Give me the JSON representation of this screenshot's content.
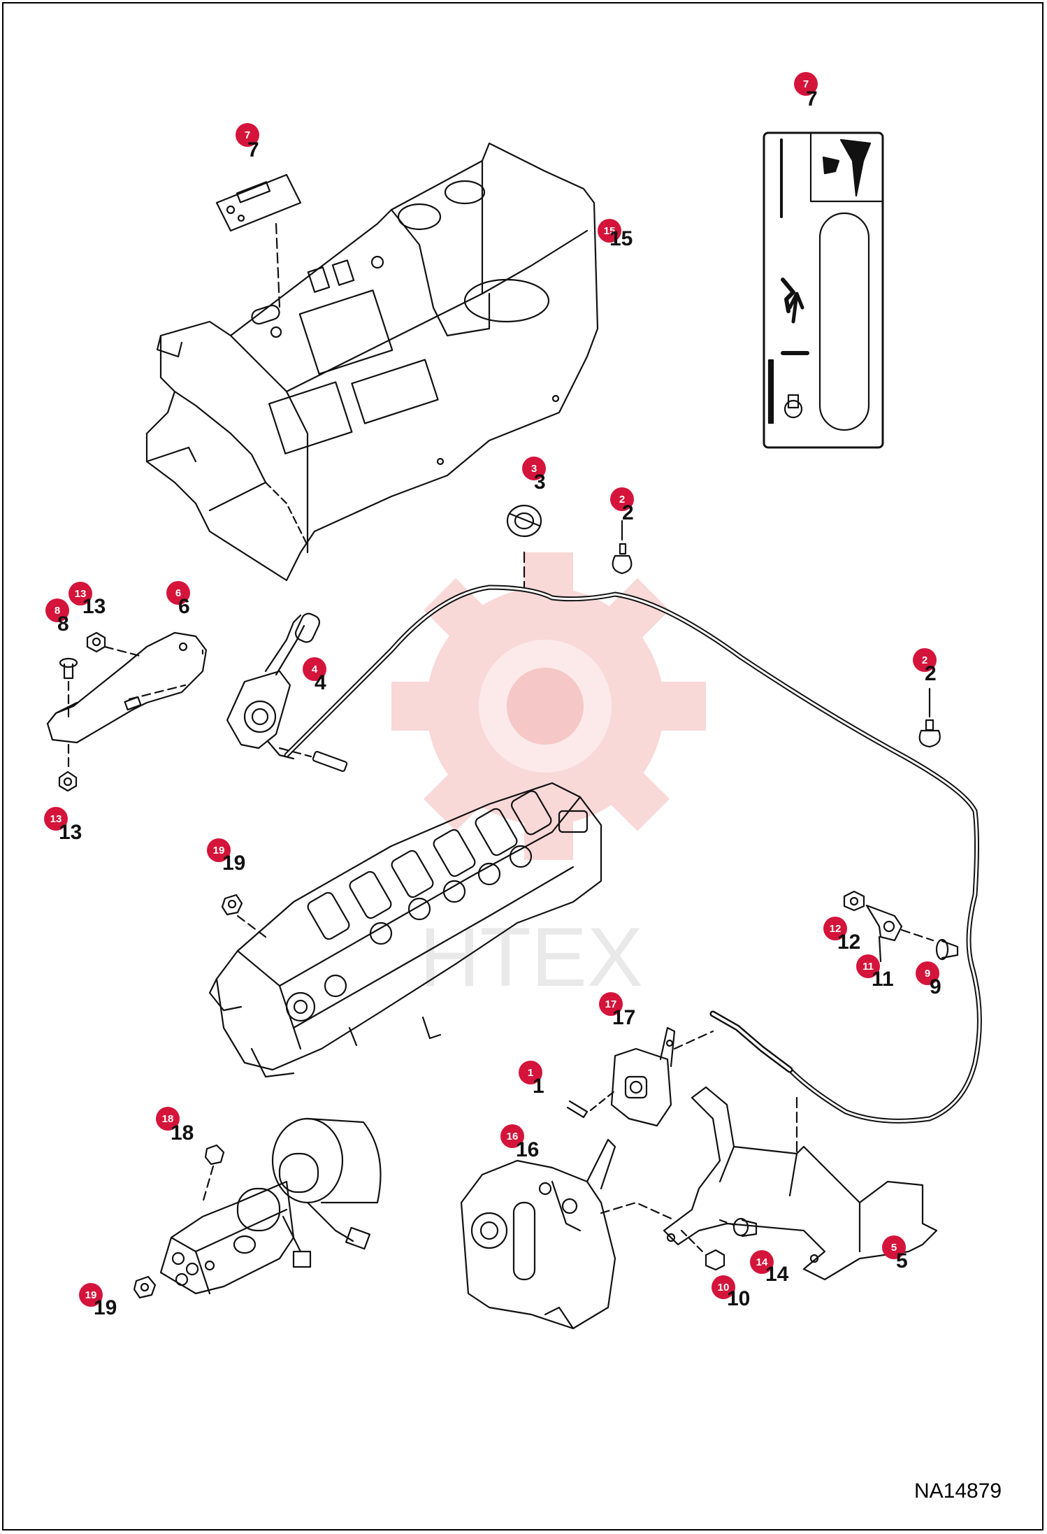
{
  "drawing_id": "NA14879",
  "watermark_text": "HTEX",
  "colors": {
    "callout": "#d4143a",
    "watermark": "#f6c9c9",
    "line": "#111111"
  },
  "callouts": [
    {
      "id": "7a",
      "number": "7",
      "label": "7"
    },
    {
      "id": "7b",
      "number": "7",
      "label": "7"
    },
    {
      "id": "15",
      "number": "15",
      "label": "15"
    },
    {
      "id": "3",
      "number": "3",
      "label": "3"
    },
    {
      "id": "2a",
      "number": "2",
      "label": "2"
    },
    {
      "id": "6",
      "number": "6",
      "label": "6"
    },
    {
      "id": "13a",
      "number": "13",
      "label": "13"
    },
    {
      "id": "8",
      "number": "8",
      "label": "8"
    },
    {
      "id": "4",
      "number": "4",
      "label": "4"
    },
    {
      "id": "2b",
      "number": "2",
      "label": "2"
    },
    {
      "id": "13b",
      "number": "13",
      "label": "13"
    },
    {
      "id": "19a",
      "number": "19",
      "label": "19"
    },
    {
      "id": "12",
      "number": "12",
      "label": "12"
    },
    {
      "id": "11",
      "number": "11",
      "label": "11"
    },
    {
      "id": "9",
      "number": "9",
      "label": "9"
    },
    {
      "id": "17",
      "number": "17",
      "label": "17"
    },
    {
      "id": "1",
      "number": "1",
      "label": "1"
    },
    {
      "id": "18",
      "number": "18",
      "label": "18"
    },
    {
      "id": "16",
      "number": "16",
      "label": "16"
    },
    {
      "id": "5",
      "number": "5",
      "label": "5"
    },
    {
      "id": "14",
      "number": "14",
      "label": "14"
    },
    {
      "id": "10",
      "number": "10",
      "label": "10"
    },
    {
      "id": "19b",
      "number": "19",
      "label": "19"
    }
  ]
}
